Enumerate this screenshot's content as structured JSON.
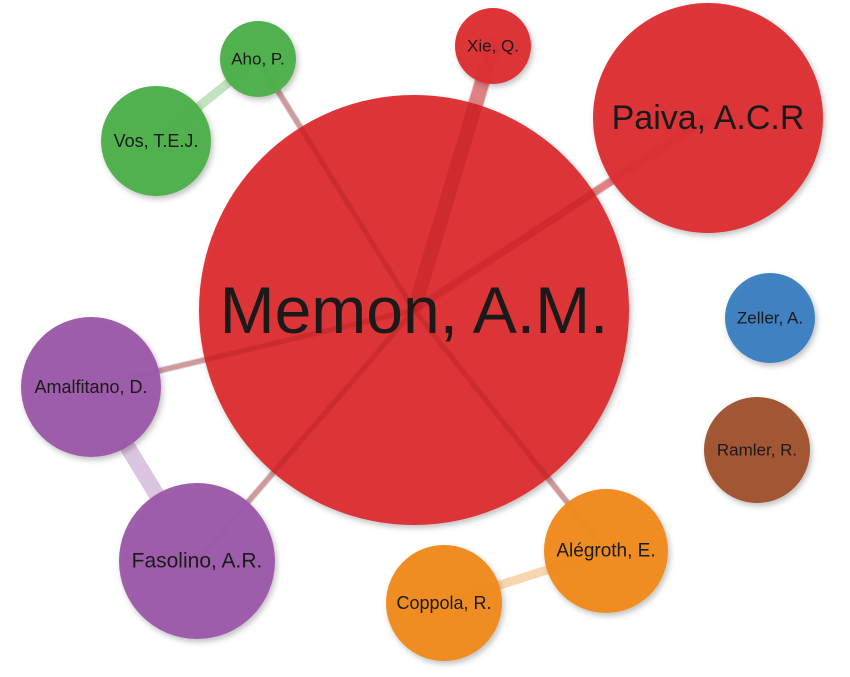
{
  "nodes": [
    {
      "id": "memon",
      "label": "Memon, A.M.",
      "cluster": "red"
    },
    {
      "id": "paiva",
      "label": "Paiva, A.C.R",
      "cluster": "red"
    },
    {
      "id": "xie",
      "label": "Xie, Q.",
      "cluster": "red"
    },
    {
      "id": "aho",
      "label": "Aho, P.",
      "cluster": "green"
    },
    {
      "id": "vos",
      "label": "Vos, T.E.J.",
      "cluster": "green"
    },
    {
      "id": "amalfitano",
      "label": "Amalfitano, D.",
      "cluster": "purple"
    },
    {
      "id": "fasolino",
      "label": "Fasolino, A.R.",
      "cluster": "purple"
    },
    {
      "id": "alegroth",
      "label": "Alégroth, E.",
      "cluster": "orange"
    },
    {
      "id": "coppola",
      "label": "Coppola, R.",
      "cluster": "orange"
    },
    {
      "id": "zeller",
      "label": "Zeller, A.",
      "cluster": "blue"
    },
    {
      "id": "ramler",
      "label": "Ramler, R.",
      "cluster": "brown"
    }
  ],
  "links": [
    {
      "source": "memon",
      "target": "xie",
      "strength": "strong"
    },
    {
      "source": "memon",
      "target": "paiva",
      "strength": "medium"
    },
    {
      "source": "memon",
      "target": "aho",
      "strength": "weak"
    },
    {
      "source": "memon",
      "target": "amalfitano",
      "strength": "weak"
    },
    {
      "source": "memon",
      "target": "fasolino",
      "strength": "weak"
    },
    {
      "source": "memon",
      "target": "alegroth",
      "strength": "weak"
    },
    {
      "source": "aho",
      "target": "vos",
      "strength": "medium"
    },
    {
      "source": "amalfitano",
      "target": "fasolino",
      "strength": "strong"
    },
    {
      "source": "alegroth",
      "target": "coppola",
      "strength": "medium"
    }
  ],
  "cluster_colors": {
    "red": "#dc2e33",
    "green": "#4caf4a",
    "purple": "#9b59a8",
    "orange": "#f08a1c",
    "blue": "#3d7fc0",
    "brown": "#a0522d"
  }
}
